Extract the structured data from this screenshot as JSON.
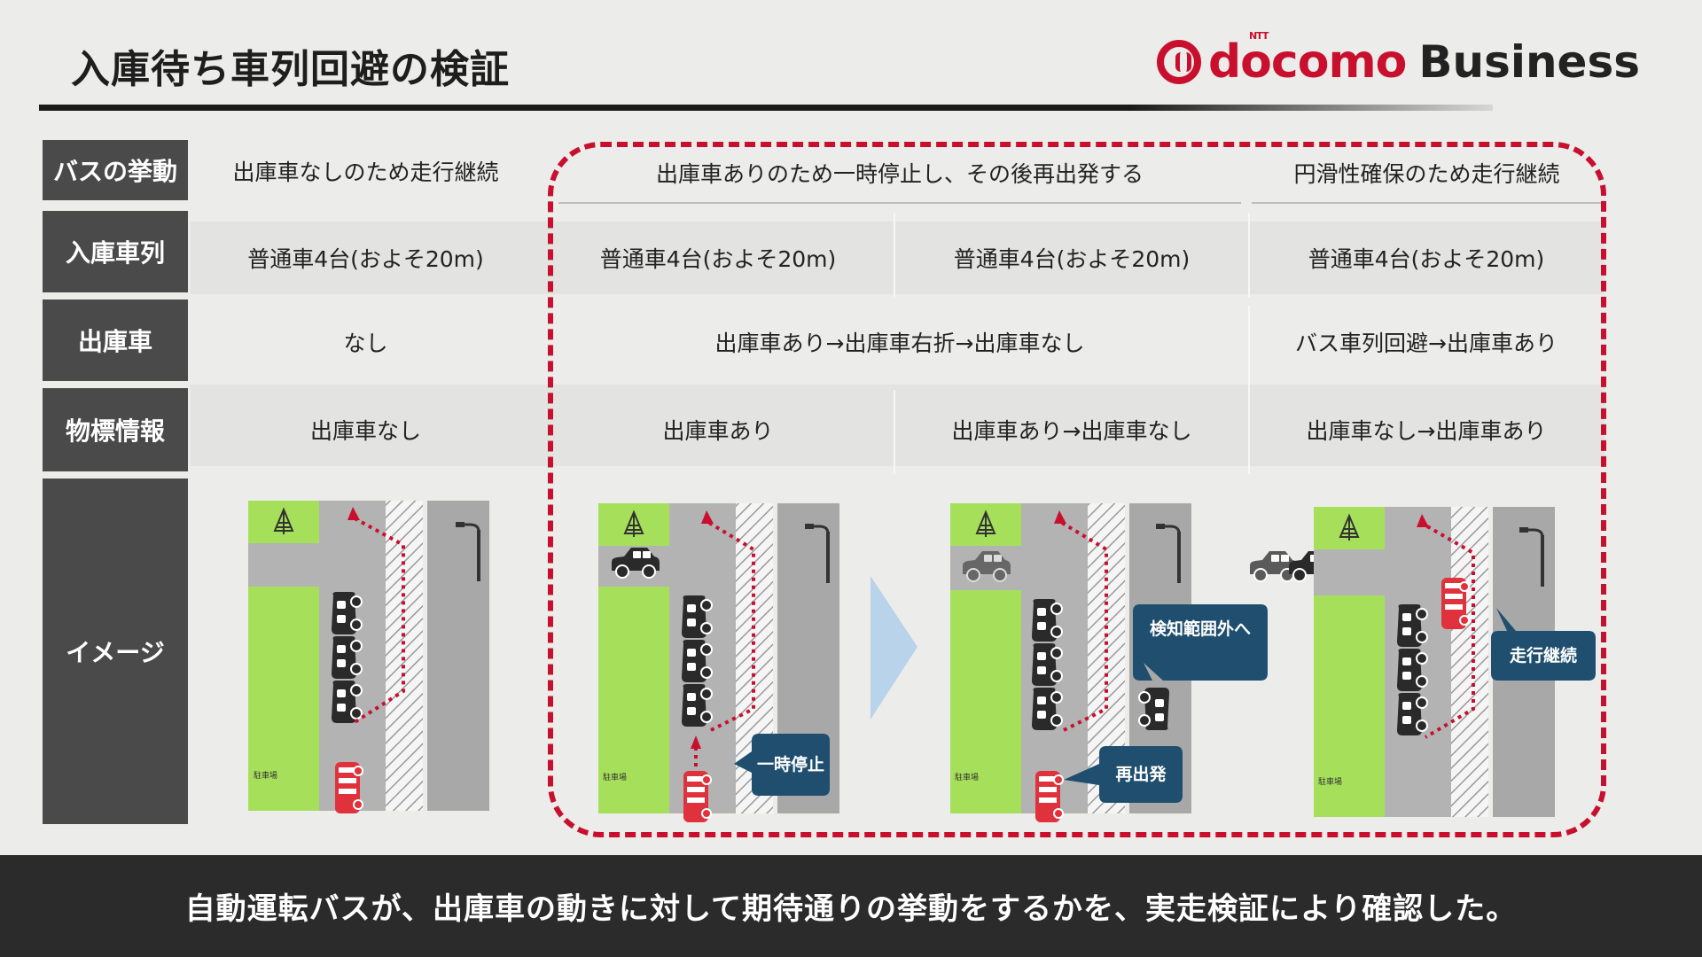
{
  "header": {
    "title": "入庫待ち車列回避の検証"
  },
  "logo": {
    "ntt": "NTT",
    "docomo": "docomo",
    "business": "Business"
  },
  "rows": {
    "behavior": {
      "label": "バスの挙動",
      "c1": "出庫車なしのため走行継続",
      "c23": "出庫車ありのため一時停止し、その後再出発する",
      "c4": "円滑性確保のため走行継続"
    },
    "queue": {
      "label": "入庫車列",
      "c1": "普通車4台(およそ20m)",
      "c2": "普通車4台(およそ20m)",
      "c3": "普通車4台(およそ20m)",
      "c4": "普通車4台(およそ20m)"
    },
    "exit_car": {
      "label": "出庫車",
      "c1": "なし",
      "c23": "出庫車あり→出庫車右折→出庫車なし",
      "c4": "バス車列回避→出庫車あり"
    },
    "object_info": {
      "label": "物標情報",
      "c1": "出庫車なし",
      "c2": "出庫車あり",
      "c3": "出庫車あり→出庫車なし",
      "c4": "出庫車なし→出庫車あり"
    },
    "image": {
      "label": "イメージ"
    }
  },
  "diagrams": {
    "parking_label": "駐車場",
    "callout_stop": "一時停止",
    "callout_restart": "再出発",
    "callout_out_of_range": "検知範囲外へ",
    "callout_continue": "走行継続"
  },
  "footer": {
    "caption": "自動運転バスが、出庫車の動きに対して期待通りの挙動をするかを、実走検証により確認した。"
  },
  "colors": {
    "accent": "#c8102e",
    "label_bg": "#4a4a4a",
    "callout": "#1f4e6e",
    "grass": "#a6e05a",
    "road": "#b3b3b3",
    "bus": "#e0323c"
  }
}
